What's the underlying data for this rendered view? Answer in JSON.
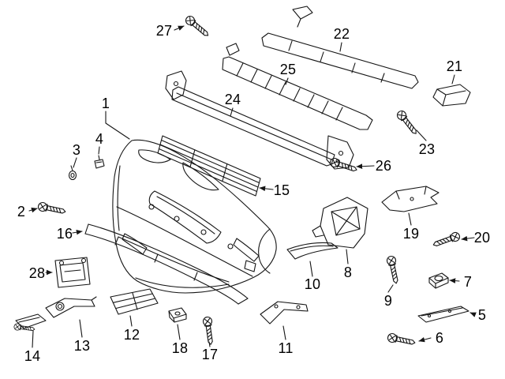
{
  "diagram": {
    "background_color": "#ffffff",
    "line_color": "#151515",
    "label_color": "#000000"
  },
  "labels": [
    {
      "text": "1"
    },
    {
      "text": "2"
    },
    {
      "text": "3"
    },
    {
      "text": "4"
    },
    {
      "text": "5"
    },
    {
      "text": "6"
    },
    {
      "text": "7"
    },
    {
      "text": "8"
    },
    {
      "text": "9"
    },
    {
      "text": "10"
    },
    {
      "text": "11"
    },
    {
      "text": "12"
    },
    {
      "text": "13"
    },
    {
      "text": "14"
    },
    {
      "text": "15"
    },
    {
      "text": "16"
    },
    {
      "text": "17"
    },
    {
      "text": "18"
    },
    {
      "text": "19"
    },
    {
      "text": "20"
    },
    {
      "text": "21"
    },
    {
      "text": "22"
    },
    {
      "text": "23"
    },
    {
      "text": "24"
    },
    {
      "text": "25"
    },
    {
      "text": "26"
    },
    {
      "text": "27"
    },
    {
      "text": "28"
    }
  ]
}
